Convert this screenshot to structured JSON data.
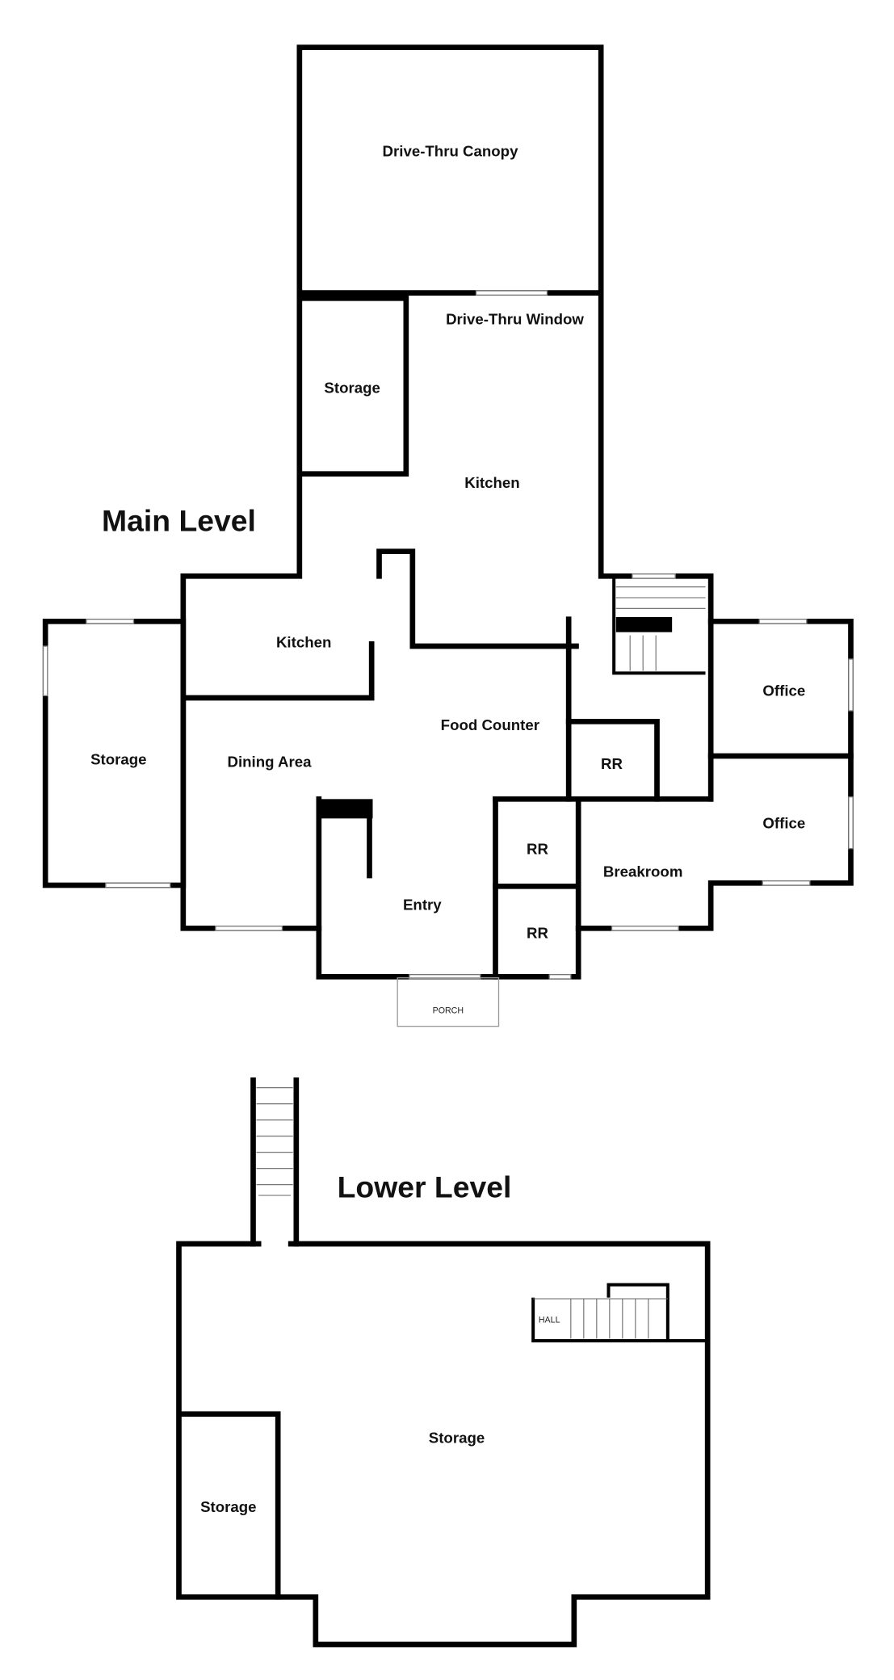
{
  "levels": {
    "main": {
      "title": "Main Level",
      "rooms": {
        "canopy": "Drive-Thru Canopy",
        "drive_thru_window": "Drive-Thru Window",
        "storage_top": "Storage",
        "kitchen_main": "Kitchen",
        "kitchen_small": "Kitchen",
        "storage_left": "Storage",
        "dining": "Dining Area",
        "food_counter": "Food Counter",
        "office_1": "Office",
        "office_2": "Office",
        "rr_1": "RR",
        "rr_2": "RR",
        "rr_3": "RR",
        "breakroom": "Breakroom",
        "entry": "Entry",
        "porch": "PORCH"
      }
    },
    "lower": {
      "title": "Lower Level",
      "rooms": {
        "storage_main": "Storage",
        "storage_small": "Storage",
        "hall": "HALL"
      }
    }
  },
  "colors": {
    "wall": "#000000",
    "canopy_fill": "#d9d9d9"
  }
}
